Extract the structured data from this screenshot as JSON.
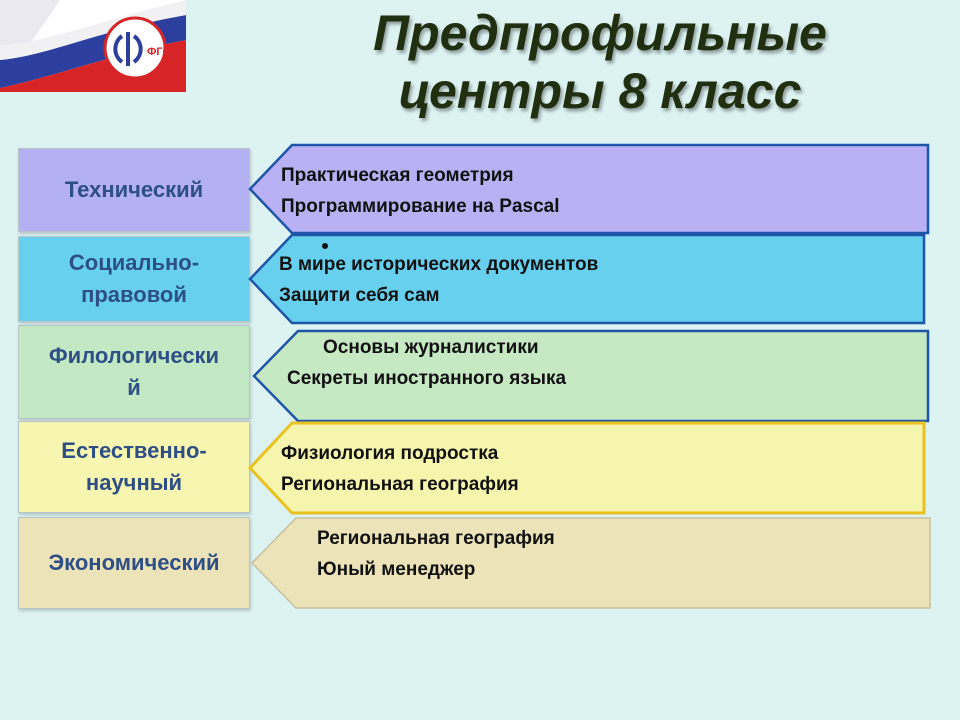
{
  "title": {
    "line1": "Предпрофильные",
    "line2": "центры 8 класс"
  },
  "logo": {
    "icon": "fgos-logo-icon",
    "text": "ФГОС"
  },
  "centers": [
    {
      "name": "Технический",
      "courses": [
        "Практическая геометрия",
        "Программирование на Pascal"
      ],
      "label_bg": "#b4b1f3",
      "panel_bg": "#b9b1f4",
      "border": "#1f55a8"
    },
    {
      "name": "Социально-правовой",
      "courses": [
        "В мире исторических документов",
        "Защити себя сам"
      ],
      "label_bg": "#66d0ee",
      "panel_bg": "#68d0ef",
      "border": "#1f55a8"
    },
    {
      "name": "Филологический",
      "courses": [
        "Основы журналистики",
        "Секреты иностранного языка"
      ],
      "label_bg": "#c2e8c4",
      "panel_bg": "#c6e9c3",
      "border": "#1f55a8"
    },
    {
      "name": "Естественно-научный",
      "courses": [
        "Физиология подростка",
        "Региональная география"
      ],
      "label_bg": "#f6f6b0",
      "panel_bg": "#f5f5ae",
      "border": "#e9c21f"
    },
    {
      "name": "Экономический",
      "courses": [
        "Региональная география",
        "Юный менеджер"
      ],
      "label_bg": "#ede3b8",
      "panel_bg": "#ede3b9",
      "border": "#c8c0a0"
    }
  ],
  "label_text": {
    "l0": "Технический",
    "l1a": "Социально-",
    "l1b": "правовой",
    "l2a": "Филологически",
    "l2b": "й",
    "l3a": "Естественно-",
    "l3b": "научный",
    "l4": "Экономический"
  }
}
